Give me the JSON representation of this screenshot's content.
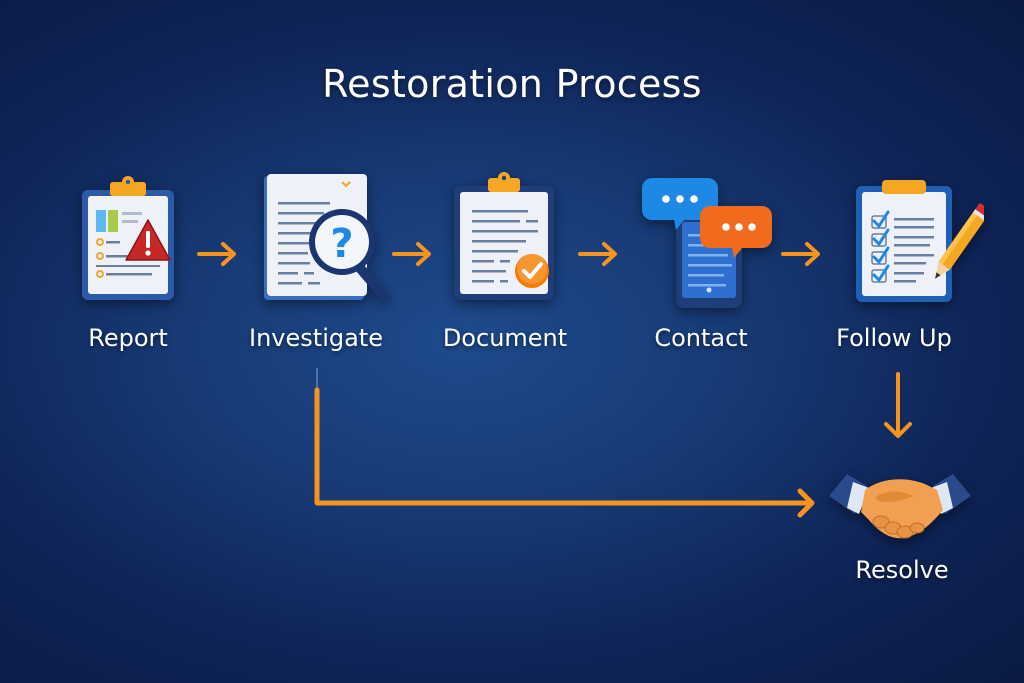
{
  "title": "Restoration Process",
  "colors": {
    "background_center": "#1e4a8c",
    "background_edge": "#0a1a42",
    "arrow": "#f7941d",
    "text": "#ffffff",
    "accent_blue": "#1e88e5",
    "accent_red": "#c62828"
  },
  "steps": [
    {
      "id": "report",
      "label": "Report",
      "icon": "clipboard-warning-icon"
    },
    {
      "id": "investigate",
      "label": "Investigate",
      "icon": "document-magnifier-question-icon"
    },
    {
      "id": "document",
      "label": "Document",
      "icon": "clipboard-checkmark-icon"
    },
    {
      "id": "contact",
      "label": "Contact",
      "icon": "phone-chat-bubbles-icon"
    },
    {
      "id": "follow_up",
      "label": "Follow Up",
      "icon": "checklist-pencil-icon"
    },
    {
      "id": "resolve",
      "label": "Resolve",
      "icon": "handshake-icon"
    }
  ],
  "connections": [
    {
      "from": "Report",
      "to": "Investigate",
      "type": "right-arrow"
    },
    {
      "from": "Investigate",
      "to": "Document",
      "type": "right-arrow"
    },
    {
      "from": "Document",
      "to": "Contact",
      "type": "right-arrow"
    },
    {
      "from": "Contact",
      "to": "Follow Up",
      "type": "right-arrow"
    },
    {
      "from": "Follow Up",
      "to": "Resolve",
      "type": "down-arrow"
    },
    {
      "from": "Investigate",
      "to": "Resolve",
      "type": "elbow-arrow"
    }
  ]
}
